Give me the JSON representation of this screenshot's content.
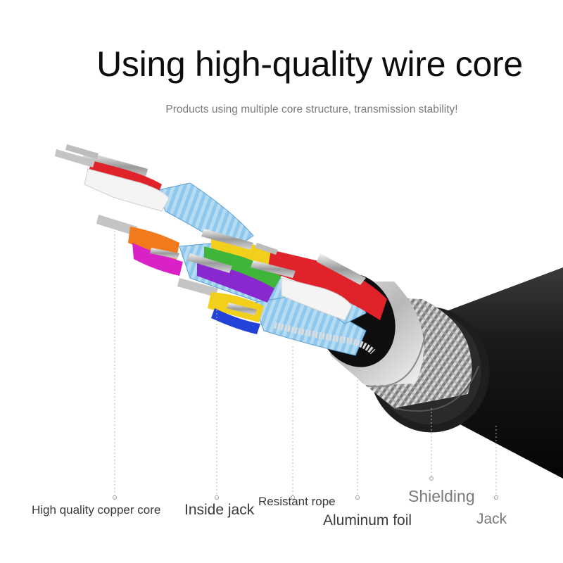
{
  "header": {
    "title": "Using high-quality wire core",
    "subtitle": "Products using multiple core structure, transmission stability!"
  },
  "labels": {
    "copper_core": "High quality copper core",
    "inside_jack": "Inside jack",
    "resistant_rope": "Resistant rope",
    "aluminum_foil": "Aluminum foil",
    "shielding": "Shielding",
    "jack": "Jack"
  },
  "wire_colors": {
    "red": "#e0222a",
    "white": "#f4f4f4",
    "orange": "#f07a1c",
    "magenta": "#d822c8",
    "yellow": "#f2cf1a",
    "green": "#3fb53a",
    "purple": "#8a28d0",
    "blue": "#2242d8",
    "blue_foil": "#8fc8ec",
    "jacket": "#151515"
  }
}
